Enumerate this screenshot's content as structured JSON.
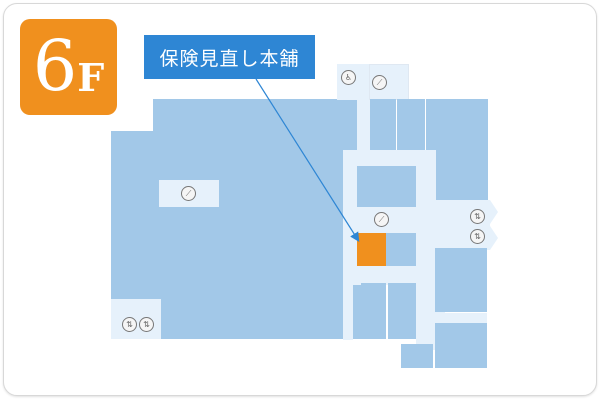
{
  "floor": {
    "number": "6",
    "suffix": "F",
    "badge_color": "#f0901e"
  },
  "store_label": {
    "text": "保険見直し本舗",
    "bg_color": "#2e86d4"
  },
  "colors": {
    "room": "#a2c8e8",
    "corridor": "#e6f1fb",
    "highlight": "#f0901e",
    "leader_line": "#2e86d4"
  },
  "icons": {
    "restroom_top": "restroom-icon",
    "escalator_top": "escalator-icon",
    "escalator_left": "escalator-icon",
    "escalator_center": "escalator-icon",
    "elevator_right_1": "elevator-icon",
    "elevator_right_2": "elevator-icon",
    "elevator_bottom_1": "elevator-icon",
    "elevator_bottom_2": "elevator-icon"
  },
  "glyphs": {
    "restroom": "🚻",
    "escalator": "⟋",
    "elevator": "⇅"
  }
}
